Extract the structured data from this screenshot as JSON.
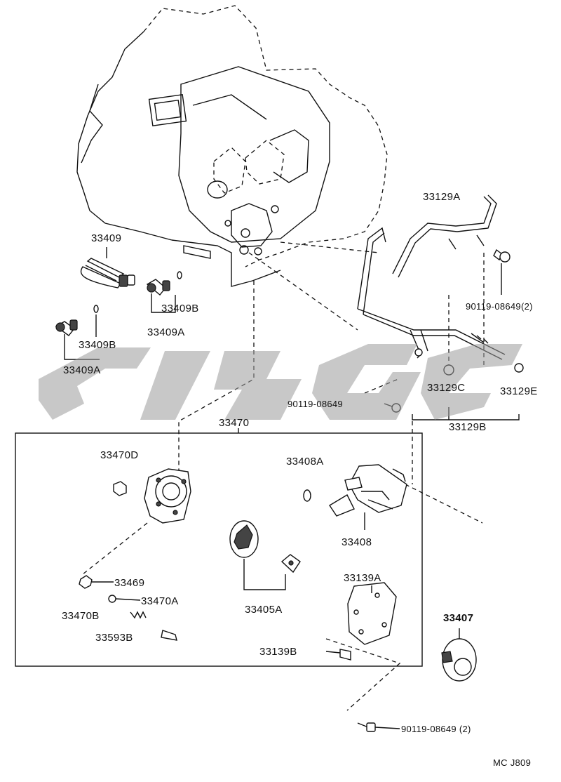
{
  "diagram": {
    "code": "MC J809",
    "labels": {
      "l33409": "33409",
      "l33409B_1": "33409B",
      "l33409A_1": "33409A",
      "l33409B_2": "33409B",
      "l33409A_2": "33409A",
      "l33129A": "33129A",
      "l90119_top": "90119-08649(2)",
      "l90119_mid": "90119-08649",
      "l33129C": "33129C",
      "l33129E": "33129E",
      "l33129B": "33129B",
      "l33470": "33470",
      "l33470D": "33470D",
      "l33408A": "33408A",
      "l33408": "33408",
      "l33469": "33469",
      "l33470A": "33470A",
      "l33470B": "33470B",
      "l33593B": "33593B",
      "l33405A": "33405A",
      "l33139A": "33139A",
      "l33139B": "33139B",
      "l33407": "33407",
      "l90119_bot": "90119-08649 (2)"
    }
  }
}
